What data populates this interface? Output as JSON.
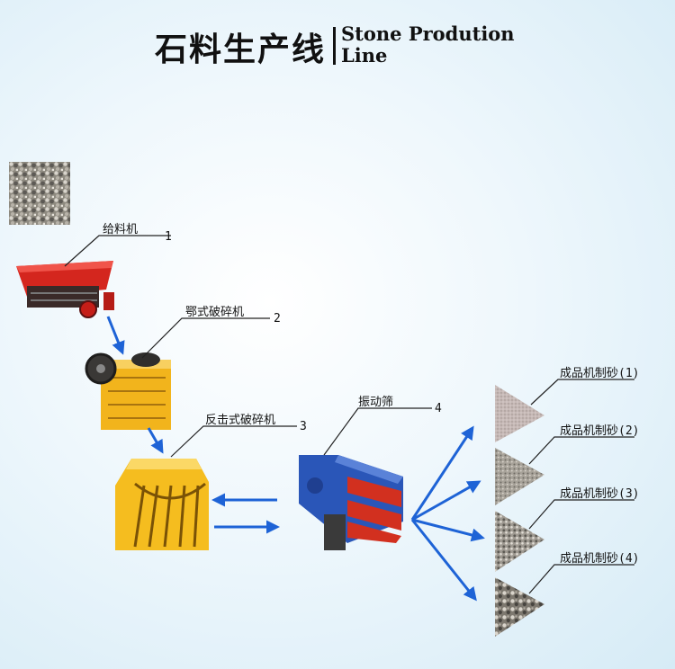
{
  "title": {
    "cn": "石料生产线",
    "en_line1": "Stone Prodution",
    "en_line2": "Line"
  },
  "machines": [
    {
      "label": "给料机",
      "number": "1"
    },
    {
      "label": "鄂式破碎机",
      "number": "2"
    },
    {
      "label": "反击式破碎机",
      "number": "3"
    },
    {
      "label": "振动筛",
      "number": "4"
    }
  ],
  "products": [
    {
      "label": "成品机制砂",
      "number": "(1)"
    },
    {
      "label": "成品机制砂",
      "number": "(2)"
    },
    {
      "label": "成品机制砂",
      "number": "(3)"
    },
    {
      "label": "成品机制砂",
      "number": "(4)"
    }
  ],
  "colors": {
    "arrow": "#1e63d6",
    "feeder_body": "#d4261e",
    "jaw_body": "#f2b41c",
    "impact_body": "#f5bd1f",
    "screen_frame": "#2a56b8",
    "screen_deck": "#d2301f"
  }
}
